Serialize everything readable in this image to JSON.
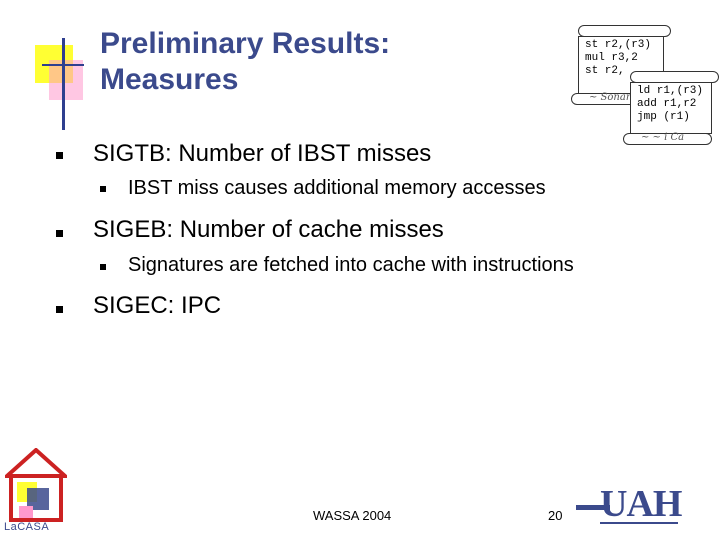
{
  "title_line1": "Preliminary Results:",
  "title_line2": "Measures",
  "bullets": [
    {
      "text": "SIGTB: Number of IBST misses",
      "sub": "IBST miss causes additional memory accesses"
    },
    {
      "text": "SIGEB: Number of cache misses",
      "sub": "Signatures are fetched into cache with instructions"
    },
    {
      "text": "SIGEC: IPC"
    }
  ],
  "scroll1": "st r2,(r3)\nmul r3,2\nst r2,",
  "scroll2": "ld r1,(r3)\nadd r1,r2\njmp (r1)",
  "footer": {
    "conference": "WASSA 2004",
    "page": "20"
  },
  "logos": {
    "lacasa": "LaCASA",
    "uah": "UAH"
  },
  "colors": {
    "title": "#3b4a8c",
    "deco_yellow": "#ffff33",
    "deco_pink": "#ff99cc"
  }
}
